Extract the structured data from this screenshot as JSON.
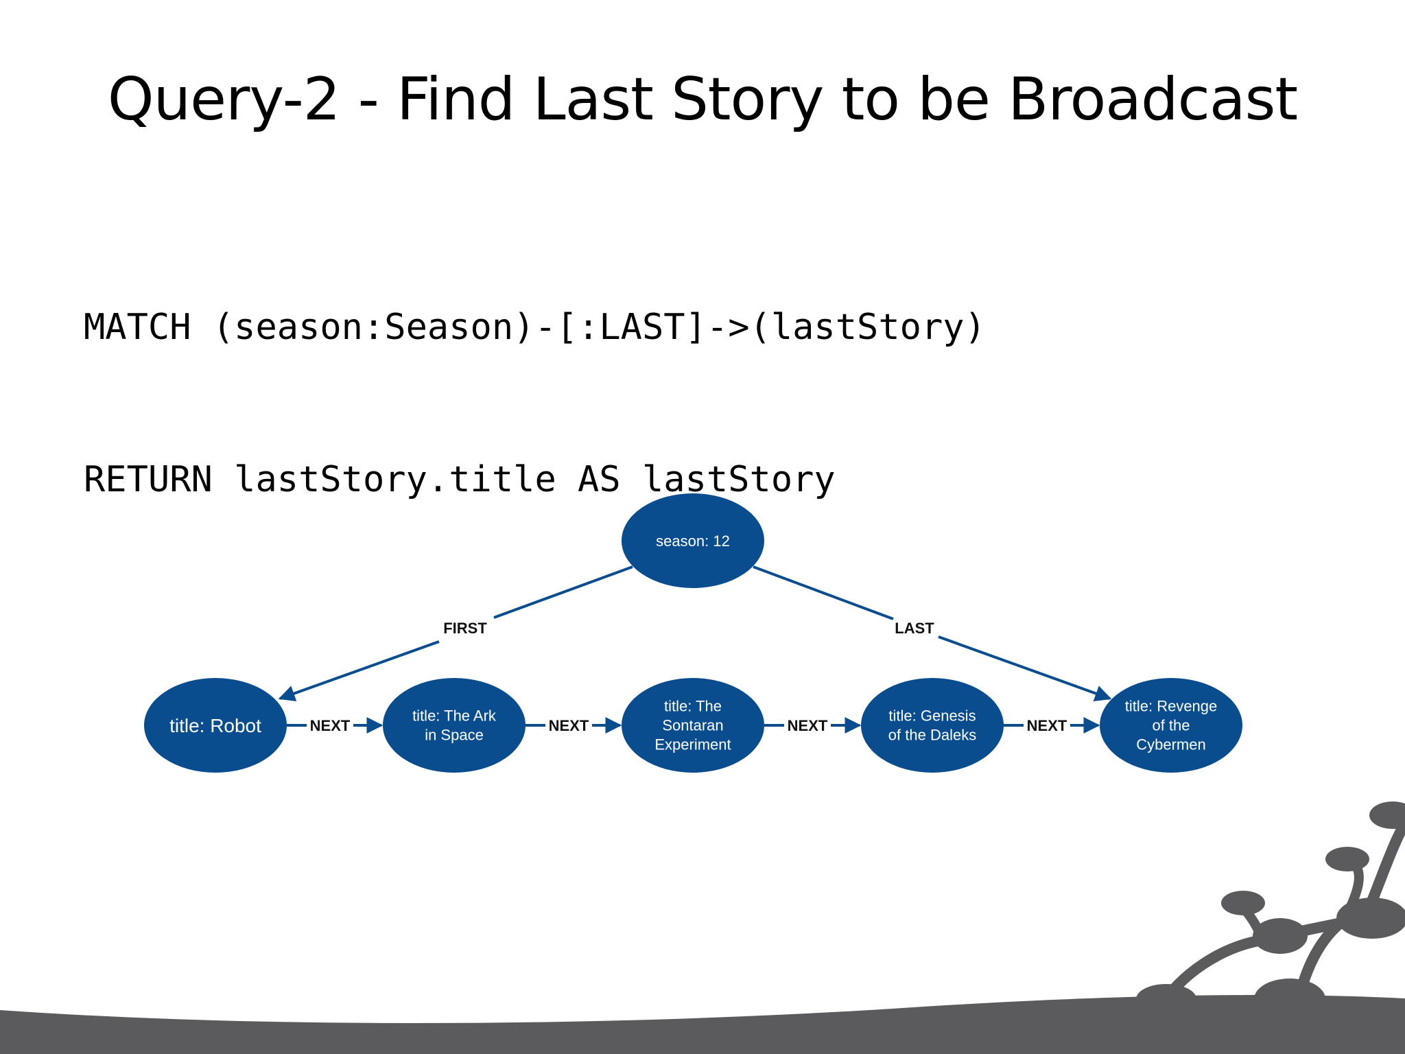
{
  "slide": {
    "title": "Query-2 - Find Last Story to be Broadcast",
    "code_lines": [
      "MATCH (season:Season)-[:LAST]->(lastStory)",
      "RETURN lastStory.title AS lastStory"
    ]
  },
  "diagram": {
    "node_color": "#0a4d8f",
    "edge_color": "#0a4d8f",
    "season_node": {
      "label": "season: 12"
    },
    "story_nodes": [
      {
        "lines": [
          "title: Robot"
        ]
      },
      {
        "lines": [
          "title: The Ark",
          "in Space"
        ]
      },
      {
        "lines": [
          "title: The",
          "Sontaran",
          "Experiment"
        ]
      },
      {
        "lines": [
          "title: Genesis",
          "of the Daleks"
        ]
      },
      {
        "lines": [
          "title: Revenge",
          "of the",
          "Cybermen"
        ]
      }
    ],
    "first_label": "FIRST",
    "last_label": "LAST",
    "next_label": "NEXT"
  }
}
